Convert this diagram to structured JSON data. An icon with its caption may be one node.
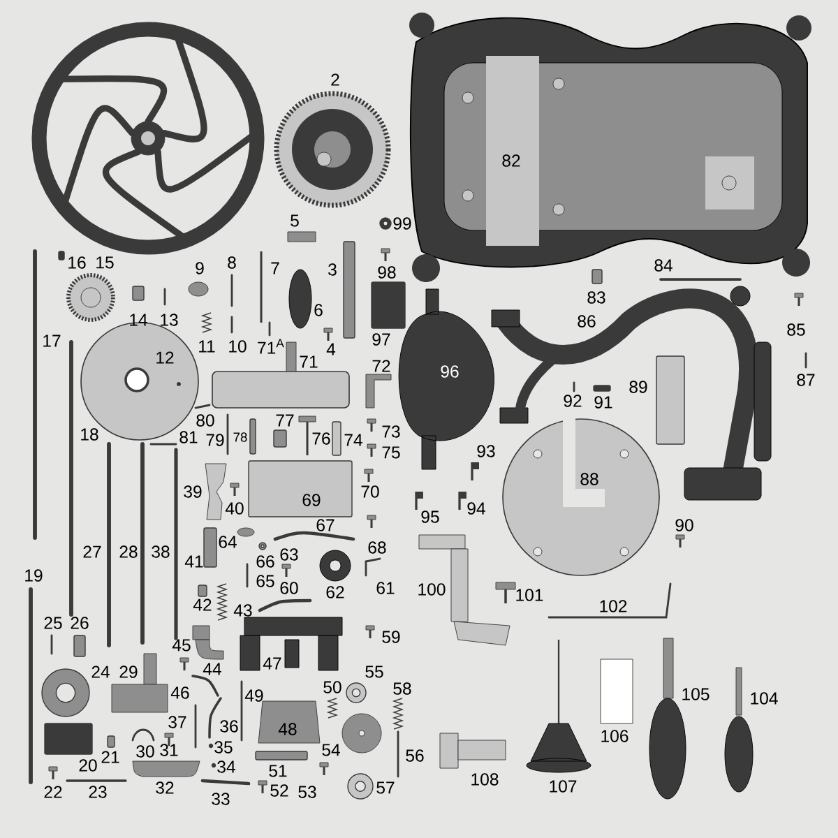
{
  "diagram": {
    "labels": [
      "2",
      "5",
      "99",
      "82",
      "16",
      "15",
      "9",
      "8",
      "7",
      "3",
      "98",
      "84",
      "83",
      "86",
      "14",
      "13",
      "6",
      "85",
      "17",
      "11",
      "10",
      "71$^{A}$",
      "4",
      "97",
      "12",
      "71",
      "72",
      "96",
      "87",
      "89",
      "92",
      "91",
      "80",
      "77",
      "73",
      "18",
      "81",
      "79",
      "78",
      "76",
      "74",
      "75",
      "93",
      "88",
      "39",
      "70",
      "69",
      "40",
      "94",
      "95",
      "90",
      "67",
      "64",
      "68",
      "27",
      "28",
      "38",
      "66",
      "41",
      "63",
      "19",
      "65",
      "61",
      "62",
      "100",
      "60",
      "101",
      "42",
      "102",
      "43",
      "25",
      "26",
      "59",
      "45",
      "47",
      "44",
      "24",
      "29",
      "55",
      "50",
      "58",
      "46",
      "49",
      "105",
      "104",
      "37",
      "36",
      "48",
      "106",
      "35",
      "30",
      "31",
      "54",
      "56",
      "21",
      "20",
      "34",
      "51",
      "108",
      "107",
      "32",
      "57",
      "22",
      "23",
      "33",
      "52",
      "53"
    ]
  }
}
